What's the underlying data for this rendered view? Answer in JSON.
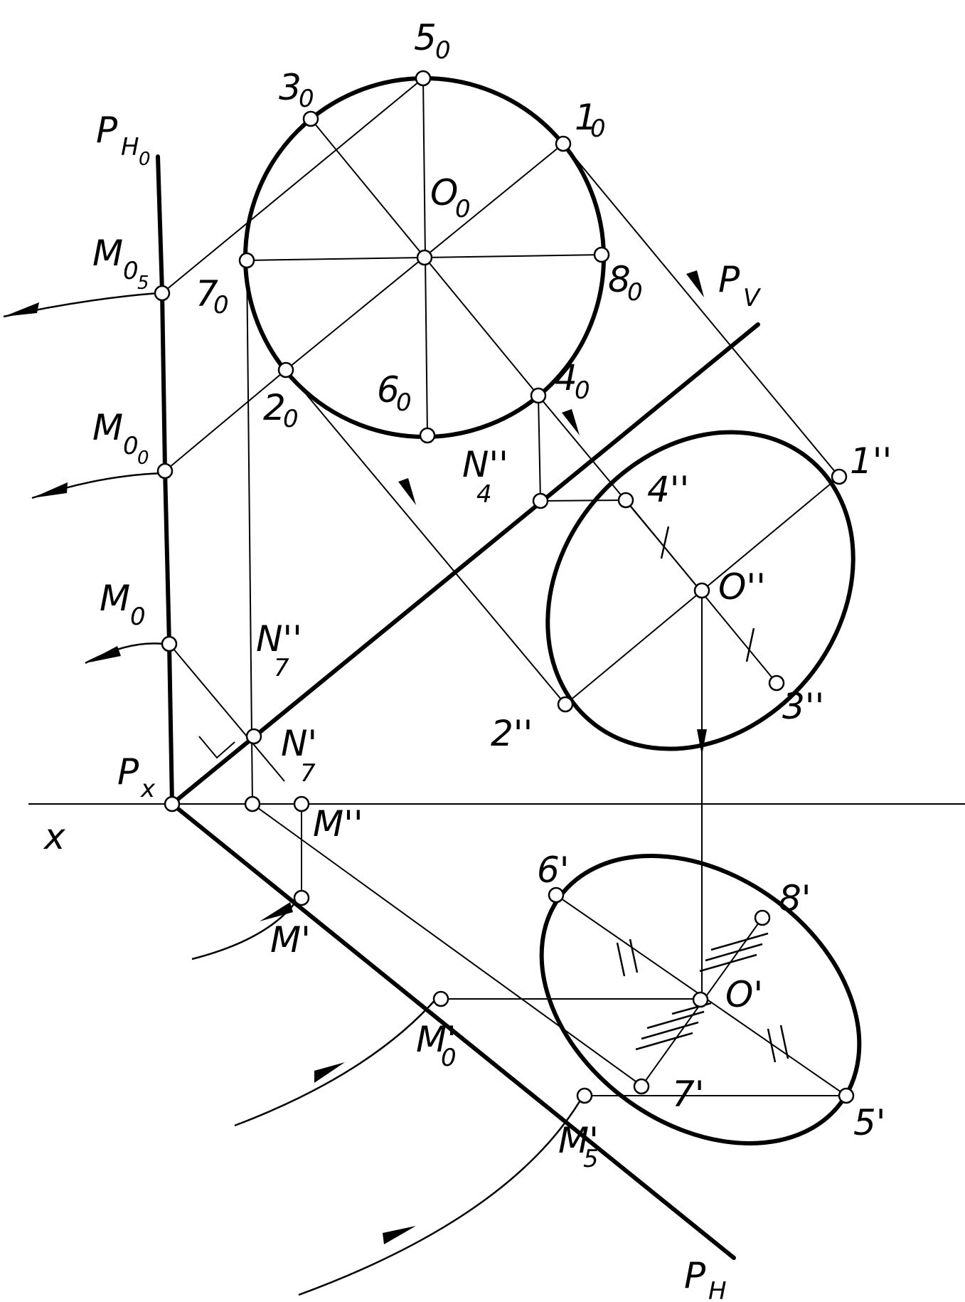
{
  "diagram": {
    "labels": {
      "p_h0": "P",
      "p_h0_sub": "H",
      "p_h0_subsub": "0",
      "p_v": "P",
      "p_v_sub": "V",
      "p_h": "P",
      "p_h_sub": "H",
      "p_x": "P",
      "p_x_sub": "x",
      "x_axis": "x",
      "m_05": "M",
      "m_05_sub": "0",
      "m_05_subsub": "5",
      "m_00": "M",
      "m_00_sub": "0",
      "m_00_subsub": "0",
      "m_0": "M",
      "m_0_sub": "0",
      "m_dprime": "M''",
      "m_prime": "M'",
      "m0_prime": "M'",
      "m0_prime_sub": "0",
      "m5_prime": "M'",
      "m5_prime_sub": "5",
      "n4_dprime": "N''",
      "n4_dprime_sub": "4",
      "n7_dprime": "N''",
      "n7_dprime_sub": "7",
      "n7_prime": "N'",
      "n7_prime_sub": "7",
      "pt_50": "5",
      "pt_50_sub": "0",
      "pt_30": "3",
      "pt_30_sub": "0",
      "pt_10": "1",
      "pt_10_sub": "0",
      "pt_o0": "O",
      "pt_o0_sub": "0",
      "pt_70": "7",
      "pt_70_sub": "0",
      "pt_80": "8",
      "pt_80_sub": "0",
      "pt_20": "2",
      "pt_20_sub": "0",
      "pt_60": "6",
      "pt_60_sub": "0",
      "pt_40": "4",
      "pt_40_sub": "0",
      "pt_1dd": "1''",
      "pt_4dd": "4''",
      "pt_odd": "O''",
      "pt_2dd": "2''",
      "pt_3dd": "3''",
      "pt_6p": "6'",
      "pt_8p": "8'",
      "pt_op": "O'",
      "pt_7p": "7'",
      "pt_5p": "5'"
    }
  }
}
